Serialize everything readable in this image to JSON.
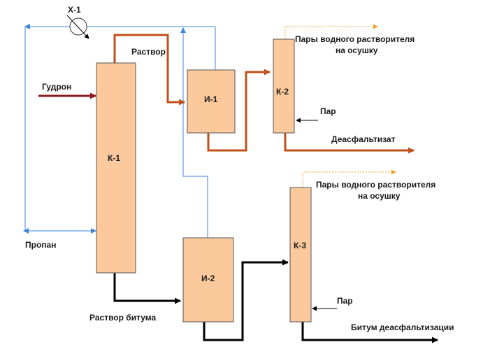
{
  "units": {
    "k1": "К-1",
    "k2": "К-2",
    "k3": "К-3",
    "i1": "И-1",
    "i2": "И-2",
    "x1": "Х-1"
  },
  "streams": {
    "gudron": "Гудрон",
    "rastvor": "Раствор",
    "propan": "Пропан",
    "rastvor_bituma": "Раствор битума",
    "deasfaltizat": "Деасфальтизат",
    "bitum": "Битум  деасфальтизации",
    "par1": "Пар",
    "par2": "Пар",
    "pary1_line1": "Пары водного растворителя",
    "pary1_line2": "на осушку",
    "pary2_line1": "Пары водного растворителя",
    "pary2_line2": "на осушку"
  },
  "colors": {
    "unit_fill": "#fbc99c",
    "solvent_line": "#3d85d8",
    "solution_line": "#c0501a",
    "feed_line": "#8b1a1a",
    "bitumen_line": "#000000",
    "vapor_line": "#f0a030"
  }
}
